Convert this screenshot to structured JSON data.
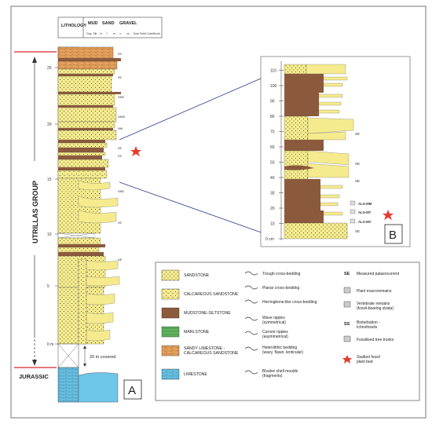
{
  "panel_a": {
    "header": {
      "lithology": "LITHOLOGY",
      "mud": "MUD",
      "sand": "SAND",
      "gravel": "GRAVEL",
      "grain_scale": [
        "Clay",
        "Silt",
        "vf",
        "f",
        "m",
        "c",
        "vc",
        "Gran",
        "Pebb",
        "Cobb",
        "Bould"
      ]
    },
    "group_label": "UTRILLAS GROUP",
    "jurassic_label": "JURASSIC",
    "covered_note": "20 m covered",
    "panel_letter": "A",
    "depth_ticks": [
      "0 m",
      "5",
      "10",
      "15",
      "20",
      "25"
    ],
    "annotations": [
      "SS",
      "SE",
      "NNE",
      "NNW",
      "NW",
      "SE",
      "SS",
      "NNE",
      "SE",
      "NE"
    ]
  },
  "panel_b": {
    "panel_letter": "B",
    "depth_ticks": [
      "0 cm",
      "10",
      "20",
      "30",
      "40",
      "50",
      "60",
      "70",
      "80",
      "90",
      "100",
      "110"
    ],
    "sample_labels": [
      "ALG-MM",
      "ALG-MT",
      "ALG-MV"
    ],
    "annotations": [
      "SE",
      "SE",
      "SE",
      "SE"
    ]
  },
  "legend": {
    "lithologies": [
      {
        "label": "SANDSTONE",
        "color": "#f5eb8e"
      },
      {
        "label": "CALCAREOUS SANDSTONE",
        "color": "#f5eb8e"
      },
      {
        "label": "MUDSTONE-SILTSTONE",
        "color": "#8b5a3c"
      },
      {
        "label": "MARLSTONE",
        "color": "#5fb25f"
      },
      {
        "label": "SANDY LIMESTONE - CALCAREOUS SANDSTONE",
        "color": "#f0a860"
      },
      {
        "label": "LIMESTONE",
        "color": "#6ec6e8"
      }
    ],
    "structures": [
      "Trough cross-bedding",
      "Planar cross-bedding",
      "Herringbone-like cross-bedding",
      "Wave ripples (symmetrical)",
      "Current ripples (asymmetrical)",
      "Heterolithic bedding (wavy, flaser, lenticular)",
      "Bivalve shell moulds (fragments)"
    ],
    "other": [
      {
        "symbol": "SE",
        "label": "Measured palaeocurrent"
      },
      {
        "symbol": "",
        "label": "Plant macroremains"
      },
      {
        "symbol": "",
        "label": "Vertebrate remains (fossil-bearing strata)"
      },
      {
        "symbol": "SS",
        "label": "Bioturbation - Ichnofossils"
      },
      {
        "symbol": "",
        "label": "Fossilised tree trunks"
      },
      {
        "symbol": "",
        "label": "Studied fossil plant bed"
      }
    ]
  },
  "colors": {
    "sandstone": "#f5eb8e",
    "mudstone": "#8b5a3c",
    "marlstone": "#5fb25f",
    "sandy_limestone": "#f0a860",
    "limestone": "#6ec6e8",
    "red_line": "#d62828",
    "blue_line": "#2b3a8c",
    "star": "#e63a2e"
  }
}
